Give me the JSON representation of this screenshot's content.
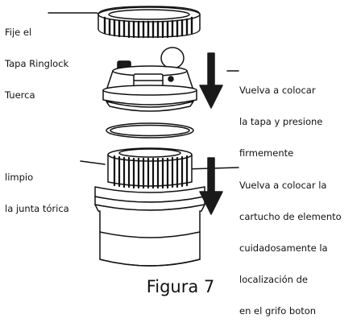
{
  "labels": {
    "ringlock_nut": [
      "Fije el",
      "Tapa Ringlock",
      "Tuerca"
    ],
    "cap_instruction": [
      "Vuelva a colocar",
      "la tapa y presione",
      "firmemente"
    ],
    "oring": [
      "limpio",
      "la junta tórica"
    ],
    "cartridge_instruction": [
      "Vuelva a colocar la",
      "cartucho de elemento",
      "cuidadosamente la",
      "localización de",
      "en el grifo boton"
    ]
  },
  "caption": "Figura 7",
  "colors": {
    "stroke": "#111111",
    "fill": "#ffffff",
    "dark": "#1a1a1a"
  }
}
